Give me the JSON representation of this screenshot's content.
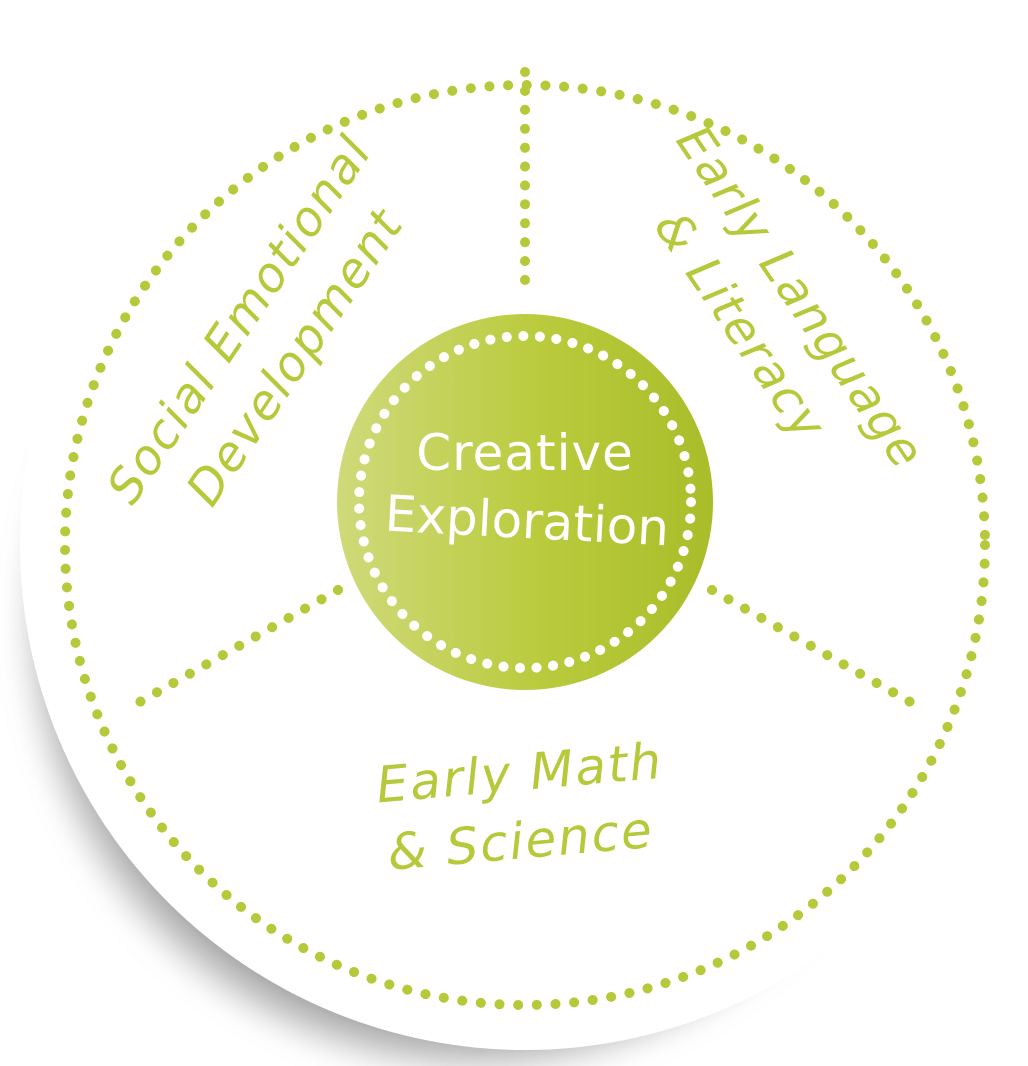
{
  "center": {
    "line1": "Creative",
    "line2": "Exploration"
  },
  "segments": [
    {
      "line1": "Social Emotional",
      "line2": "Development"
    },
    {
      "line1": "Early Language",
      "line2": "& Literacy"
    },
    {
      "line1": "Early Math",
      "line2": "& Science"
    }
  ],
  "colors": {
    "accent": "#b6c93a",
    "accent_light": "#cfda7a",
    "accent_dark": "#a9bd2a",
    "text_on_accent": "#ffffff",
    "disc": "#ffffff",
    "shadow": "#555555"
  }
}
